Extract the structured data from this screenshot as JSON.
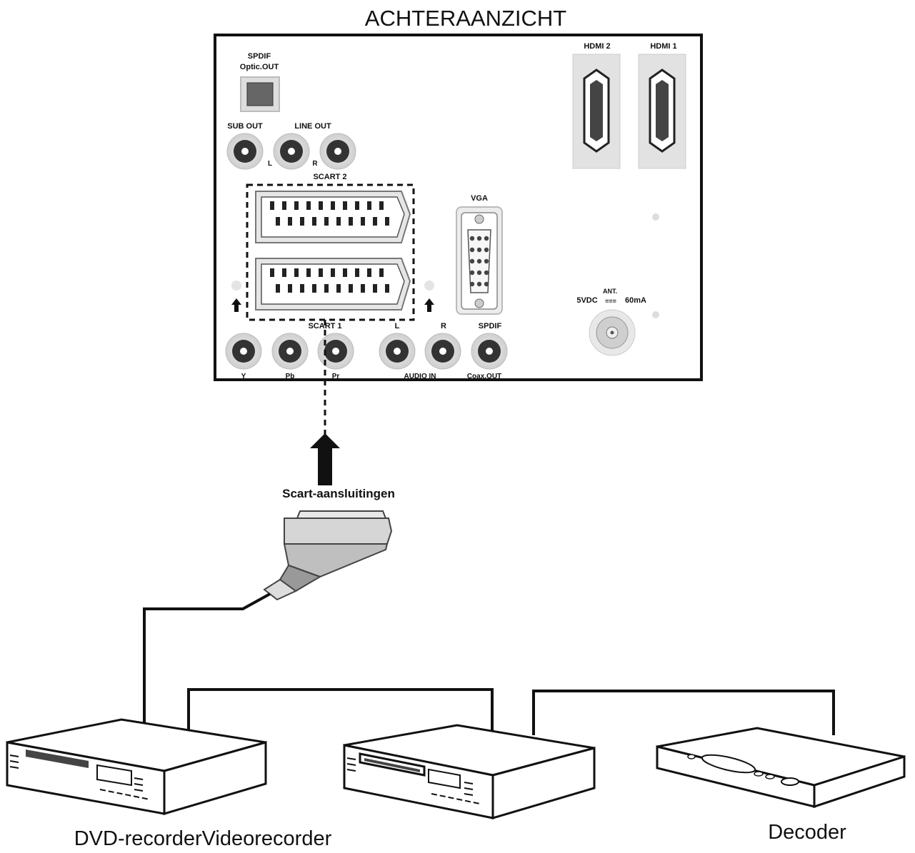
{
  "title": "ACHTERAANZICHT",
  "panel": {
    "spdif_optic": "SPDIF",
    "spdif_optic_sub": "Optic.OUT",
    "sub_out": "SUB OUT",
    "line_out": "LINE OUT",
    "line_l": "L",
    "line_r": "R",
    "scart2": "SCART 2",
    "scart1": "SCART 1",
    "vga": "VGA",
    "hdmi2": "HDMI 2",
    "hdmi1": "HDMI 1",
    "ant_top": "ANT.",
    "ant_left": "5VDC",
    "ant_symbol": "===",
    "ant_right": "60mA",
    "audio_l": "L",
    "audio_r": "R",
    "spdif_coax": "SPDIF",
    "y": "Y",
    "pb": "Pb",
    "pr": "Pr",
    "audio_in": "AUDIO IN",
    "coax_out": "Coax.OUT"
  },
  "connector_label": "Scart-aansluitingen",
  "devices": {
    "left_label": "DVD-recorderVideorecorder",
    "right_label": "Decoder"
  }
}
